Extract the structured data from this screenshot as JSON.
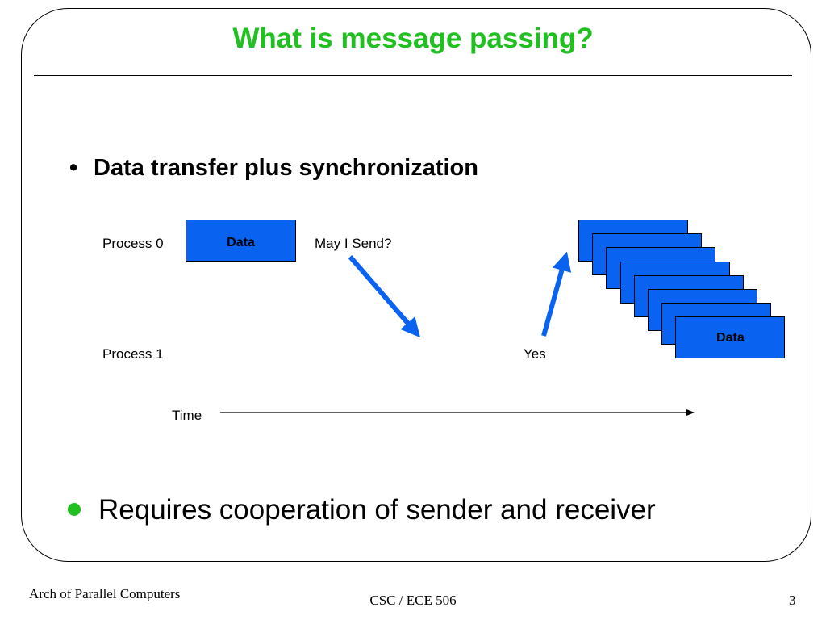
{
  "slide": {
    "title": "What is message passing?",
    "bullets": [
      {
        "text": "Data transfer plus synchronization"
      },
      {
        "text": "Requires cooperation of sender and receiver"
      }
    ]
  },
  "diagram": {
    "process0_label": "Process 0",
    "process1_label": "Process 1",
    "request_label": "May I Send?",
    "reply_label": "Yes",
    "time_label": "Time",
    "sender_box_text": "Data",
    "stack_box_text": "Data",
    "stack_count": 8
  },
  "footer": {
    "left": "Arch of Parallel Computers",
    "center": "CSC / ECE 506",
    "page_number": "3"
  },
  "colors": {
    "title": "#1fc01f",
    "box_fill": "#0a62f0",
    "arrow": "#0a62f0",
    "bullet2_dot": "#1fc01f"
  }
}
